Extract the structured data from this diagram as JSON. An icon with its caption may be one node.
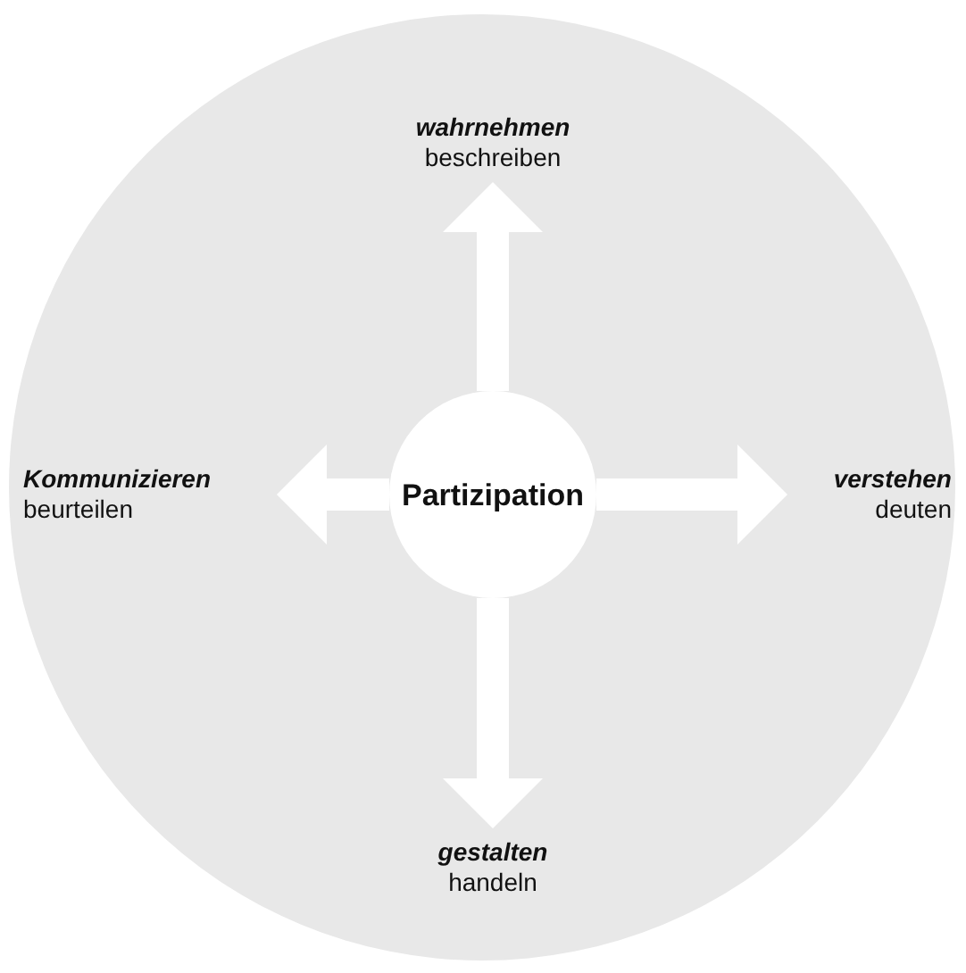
{
  "diagram": {
    "nodes": [
      {
        "text": [],
        "shape": "circle"
      },
      {
        "text": [
          "wahrnehmen",
          "beschreiben"
        ],
        "in": 0
      },
      {
        "text": [
          "Kommunizieren",
          "beurteilen"
        ],
        "in": 0
      },
      {
        "text": [
          "Partizipation"
        ],
        "in": 0
      },
      {
        "text": [
          "verstehen",
          "deuten"
        ],
        "in": 0
      },
      {
        "text": [
          "gestalten",
          "handeln"
        ],
        "in": 0
      }
    ],
    "edges": [
      {
        "from": 3,
        "to": 1,
        "arrow": "to"
      },
      {
        "from": 3,
        "to": 2,
        "arrow": "to"
      },
      {
        "from": 3,
        "to": 4,
        "arrow": "to"
      },
      {
        "from": 3,
        "to": 5,
        "arrow": "to"
      }
    ]
  }
}
